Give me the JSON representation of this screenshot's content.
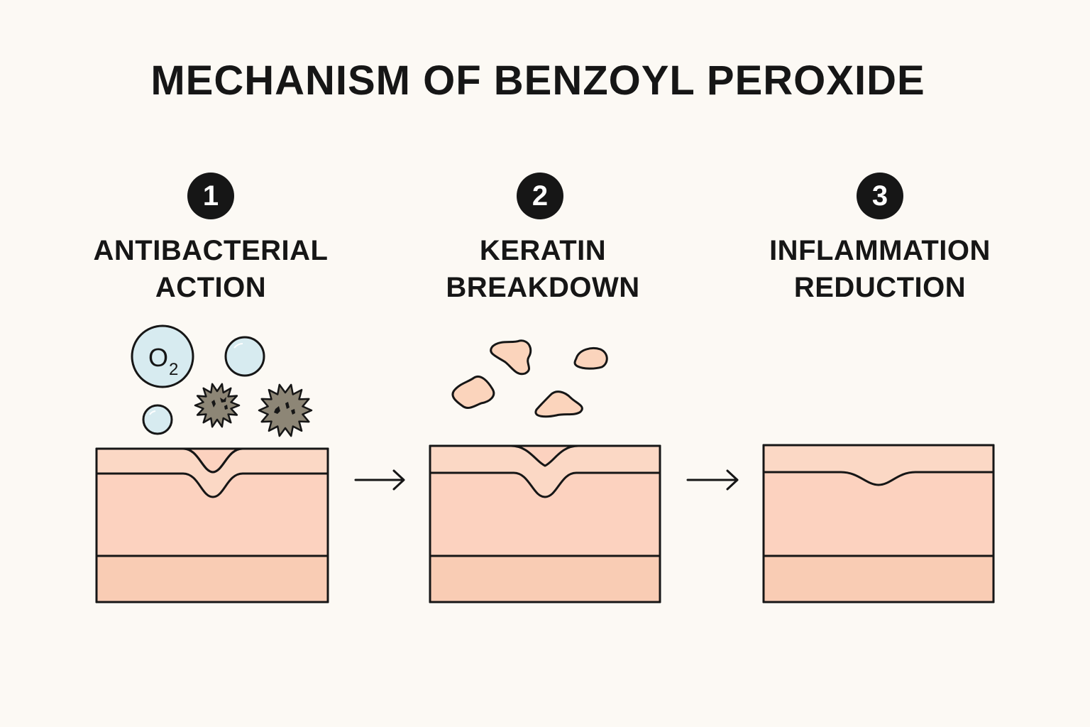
{
  "title": "MECHANISM OF BENZOYL PEROXIDE",
  "steps": [
    {
      "number": "1",
      "line1": "ANTIBACTERIAL",
      "line2": "ACTION"
    },
    {
      "number": "2",
      "line1": "KERATIN",
      "line2": "BREAKDOWN"
    },
    {
      "number": "3",
      "line1": "INFLAMMATION",
      "line2": "REDUCTION"
    }
  ],
  "oxygen": {
    "symbol": "O",
    "subscript": "2"
  },
  "colors": {
    "background": "#fcf9f4",
    "skin_top": "#fbd8c5",
    "skin_mid": "#fcd2bf",
    "skin_base": "#f9ccb4",
    "bubble": "#d7ebf0",
    "bacteria": "#8d8676",
    "keratin": "#fbd4bc",
    "ink": "#161616"
  }
}
